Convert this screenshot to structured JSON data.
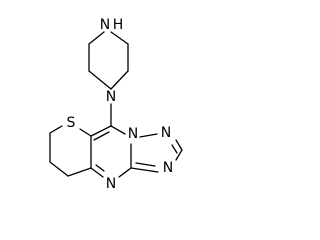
{
  "atoms": {
    "N_nh": "N",
    "N_pip": "N",
    "S": "S",
    "N_bridge": "N",
    "N_tri_top": "N",
    "N_tri_right": "N",
    "N_pyr": "N"
  },
  "colors": {
    "bond": "#000000",
    "label": "#000000",
    "background": "#ffffff"
  }
}
